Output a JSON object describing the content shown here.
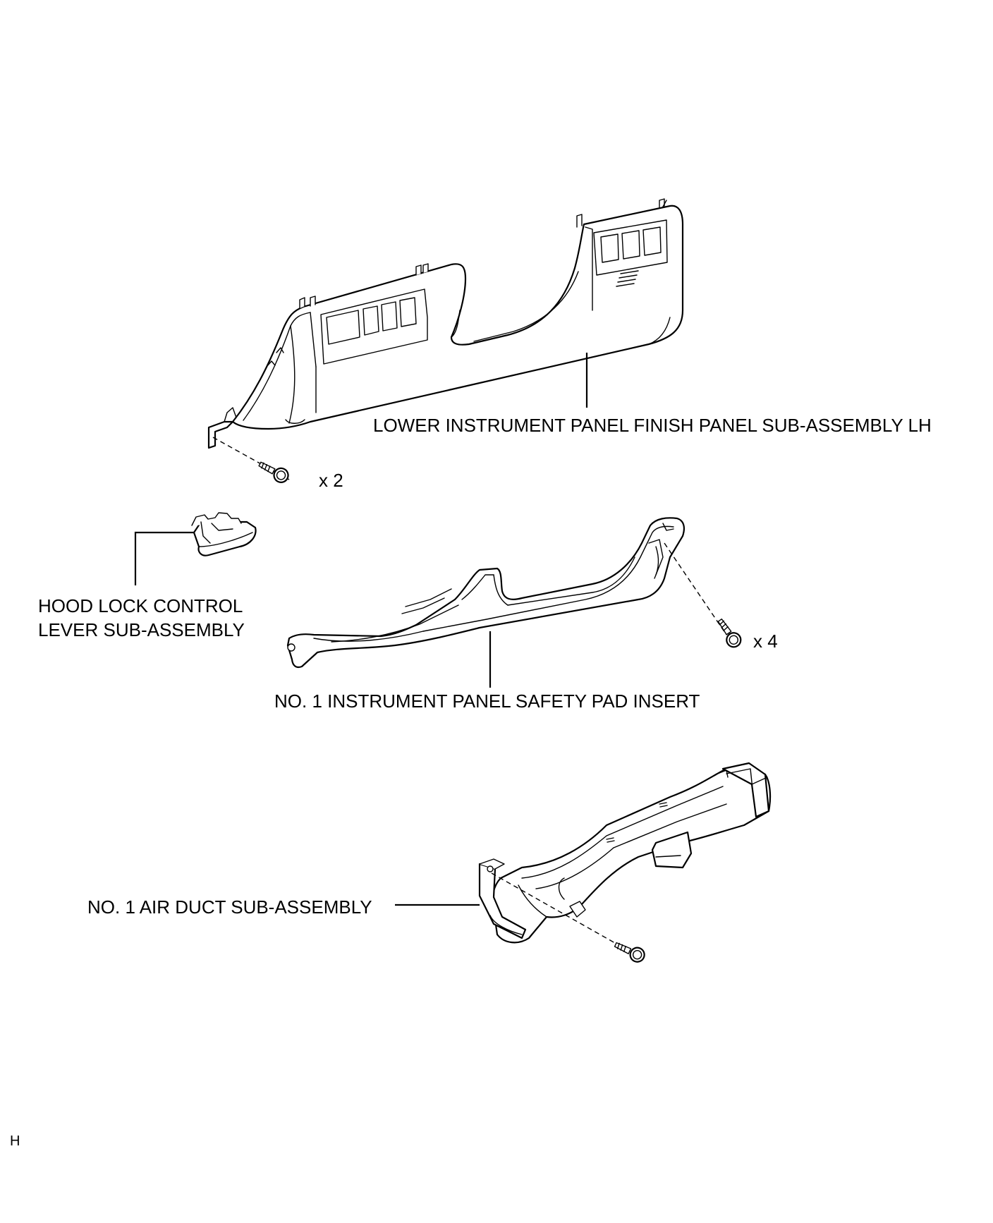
{
  "labels": {
    "lower_panel": "LOWER INSTRUMENT PANEL FINISH PANEL SUB-ASSEMBLY LH",
    "hood_lock_line1": "HOOD LOCK CONTROL",
    "hood_lock_line2": "LEVER SUB-ASSEMBLY",
    "safety_pad_insert": "NO. 1 INSTRUMENT PANEL SAFETY PAD INSERT",
    "air_duct": "NO. 1 AIR DUCT SUB-ASSEMBLY"
  },
  "quantities": {
    "lower_panel_screws": "x 2",
    "safety_pad_screws": "x 4"
  },
  "corner_mark": "H"
}
